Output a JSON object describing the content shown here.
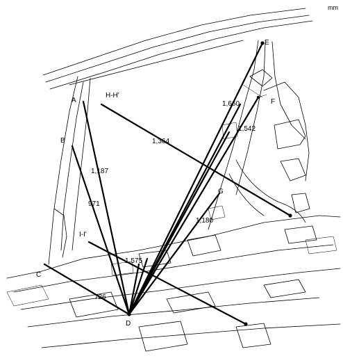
{
  "units": "mm",
  "points": {
    "a": "A",
    "b": "B",
    "c": "C",
    "d": "D",
    "e": "E",
    "f": "F",
    "g": "G",
    "hh": "H-H'",
    "ii": "I-I'"
  },
  "dimensions": {
    "d_e": "1,660",
    "d_f": "1,542",
    "d_hh": "1,364",
    "d_a": "1,187",
    "d_g": "1,180",
    "d_ii": "1,575",
    "d_b": "971",
    "d_c": "726"
  }
}
